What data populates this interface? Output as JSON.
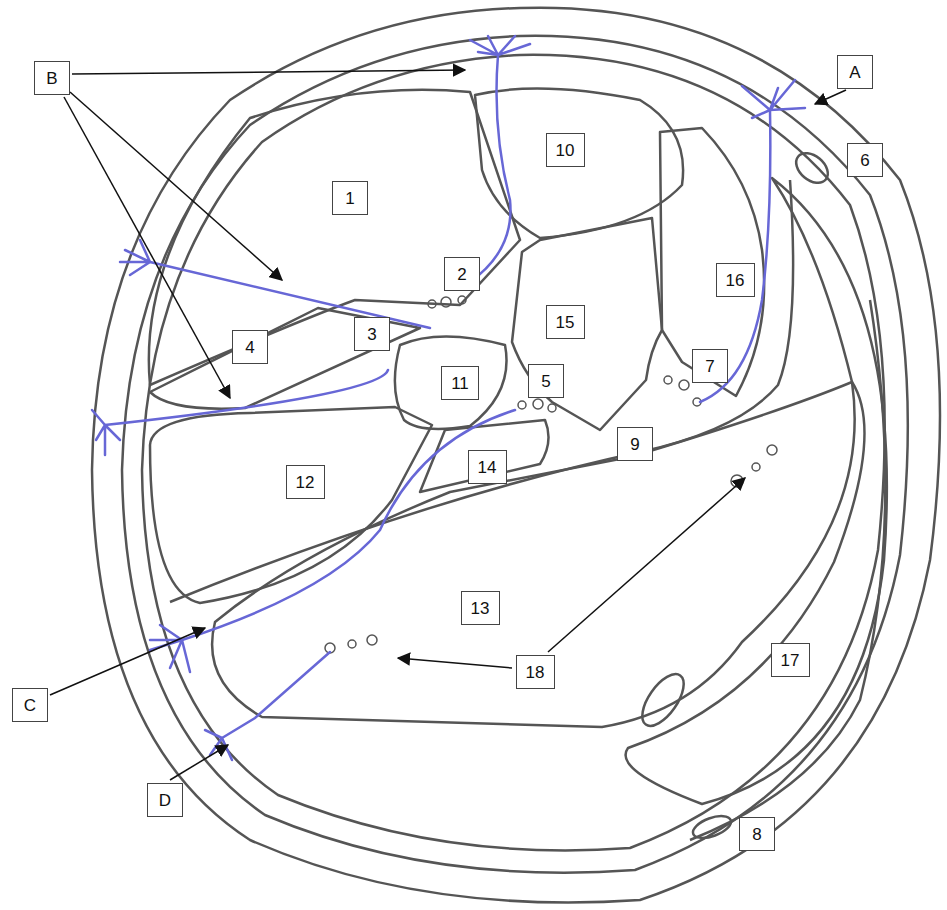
{
  "diagram": {
    "nodes": [
      {
        "text": [
          "B"
        ]
      },
      {
        "text": [
          "A"
        ]
      },
      {
        "text": [
          "10"
        ]
      },
      {
        "text": [
          "6"
        ]
      },
      {
        "text": [
          "1"
        ]
      },
      {
        "text": [
          "16"
        ]
      },
      {
        "text": [
          "2"
        ]
      },
      {
        "text": [
          "15"
        ]
      },
      {
        "text": [
          "3"
        ]
      },
      {
        "text": [
          "4"
        ]
      },
      {
        "text": [
          "11"
        ]
      },
      {
        "text": [
          "5"
        ]
      },
      {
        "text": [
          "7"
        ]
      },
      {
        "text": [
          "9"
        ]
      },
      {
        "text": [
          "12"
        ]
      },
      {
        "text": [
          "14"
        ]
      },
      {
        "text": [
          "13"
        ]
      },
      {
        "text": [
          "17"
        ]
      },
      {
        "text": [
          "18"
        ]
      },
      {
        "text": [
          "C"
        ]
      },
      {
        "text": [
          "D"
        ]
      },
      {
        "text": [
          "8"
        ]
      }
    ]
  }
}
